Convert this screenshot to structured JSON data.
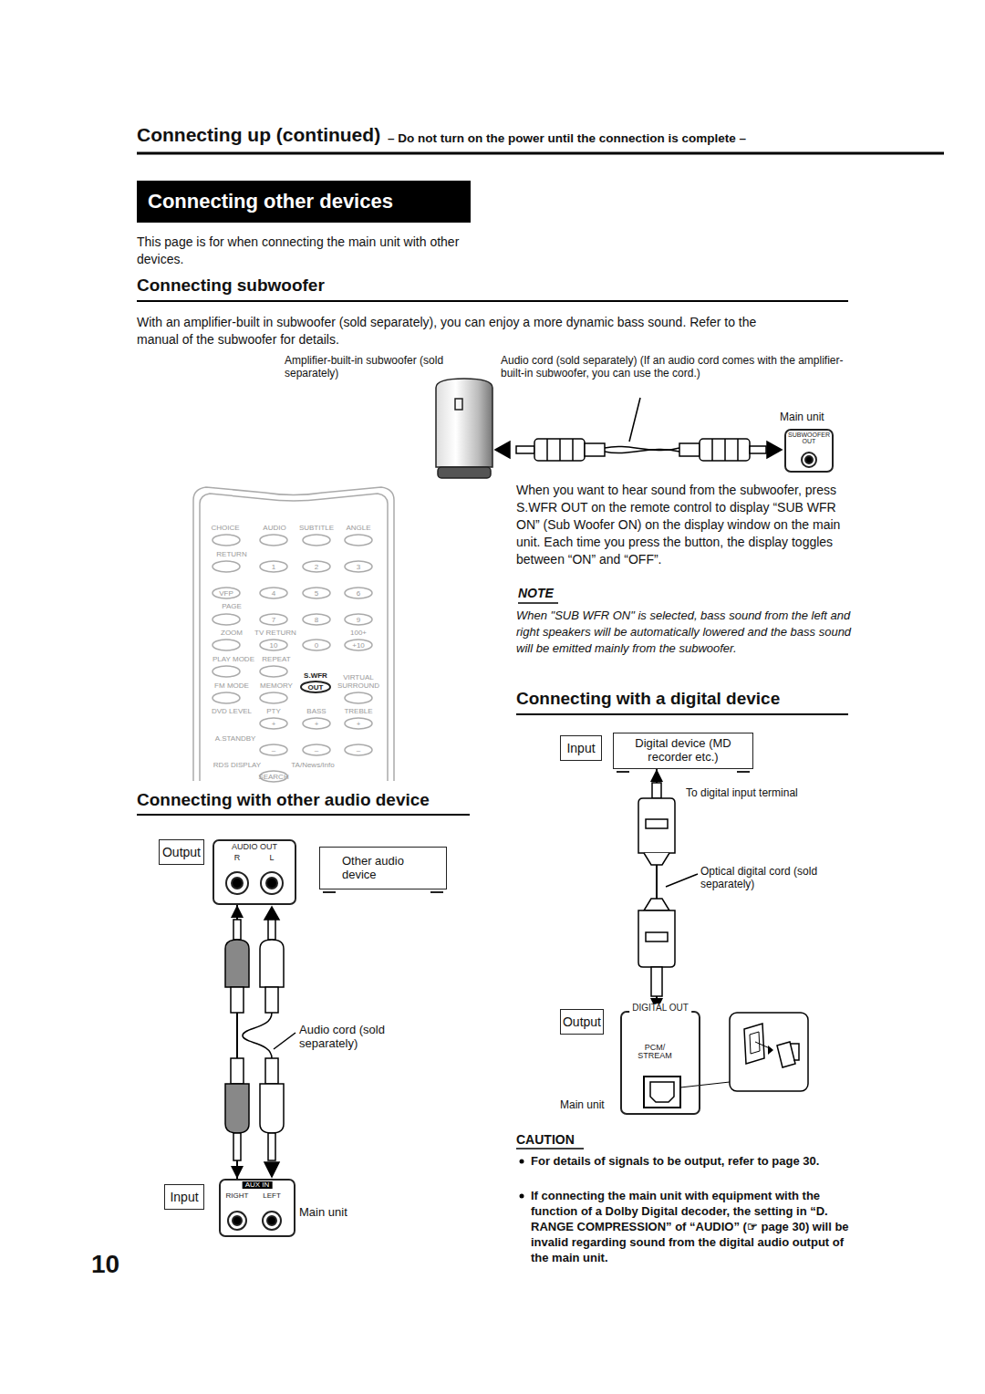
{
  "diagram": {
    "title": "Connecting up (continued)",
    "nodes": [
      {
        "text": [
          "Connecting other devices"
        ]
      },
      {
        "text": [
          "Output"
        ]
      },
      {
        "text": [
          "AUDIO OUT",
          "R",
          "L"
        ]
      },
      {
        "text": [
          "Other audio device"
        ]
      },
      {
        "text": [
          "Input"
        ]
      },
      {
        "text": [
          "AUX IN",
          "RIGHT",
          "LEFT"
        ]
      },
      {
        "text": [
          "Input"
        ]
      },
      {
        "text": [
          "Digital device (MD recorder etc.)"
        ]
      },
      {
        "text": [
          "Output"
        ]
      },
      {
        "text": [
          "DIGITAL OUT",
          "PCM/ STREAM"
        ]
      },
      {
        "text": [
          "SUBWOOFER OUT"
        ]
      }
    ],
    "edges": [
      {
        "from": 2,
        "to": 5,
        "arrow": "both"
      },
      {
        "from": 7,
        "to": 9,
        "arrow": "both"
      }
    ],
    "labels": [
      "– Do not turn on the power until the connection is complete –",
      "This page is for when connecting the main unit with other devices.",
      "Connecting subwoofer",
      "With an amplifier-built in subwoofer (sold separately), you can enjoy a more dynamic bass sound. Refer to the manual of the subwoofer for details.",
      "Amplifier-built-in subwoofer (sold separately)",
      "Audio cord (sold separately) (If an audio cord comes with the amplifier-built-in subwoofer, you can use the cord.)",
      "Main unit",
      "When you want to hear sound from the subwoofer, press S.WFR OUT on the remote control to display “SUB WFR ON” (Sub Woofer ON) on the display window on the main unit. Each time you press the button, the display toggles between “ON” and “OFF”.",
      "NOTE",
      "When \"SUB WFR ON\" is selected, bass sound from the left and right speakers will be automatically lowered and the bass sound will be emitted mainly from the subwoofer.",
      "Connecting with a digital device",
      "To digital input terminal",
      "Optical digital cord (sold separately)",
      "Main unit",
      "CAUTION",
      "For details of signals to be output, refer to page 30.",
      "If connecting the main unit with equipment with the function of a Dolby Digital decoder, the setting in “D. RANGE COMPRESSION” of “AUDIO” (☞ page 30) will be invalid regarding sound from the digital audio output of the main unit.",
      "Connecting with other audio device",
      "Audio cord (sold separately)",
      "Main unit",
      "10",
      "CHOICE",
      "AUDIO",
      "SUBTITLE",
      "ANGLE",
      "RETURN",
      "1",
      "2",
      "3",
      "VFP",
      "4",
      "5",
      "6",
      "PAGE",
      "7",
      "8",
      "9",
      "ZOOM",
      "TV RETURN",
      "100+",
      "10",
      "0",
      "+10",
      "PLAY MODE",
      "REPEAT",
      "S.WFR",
      "VIRTUAL",
      "FM MODE",
      "MEMORY",
      "OUT",
      "SURROUND",
      "DVD LEVEL",
      "PTY",
      "BASS",
      "TREBLE",
      "+",
      "+",
      "+",
      "A.STANDBY",
      "–",
      "–",
      "–",
      "RDS DISPLAY",
      "TA/News/Info",
      "SEARCH"
    ]
  }
}
